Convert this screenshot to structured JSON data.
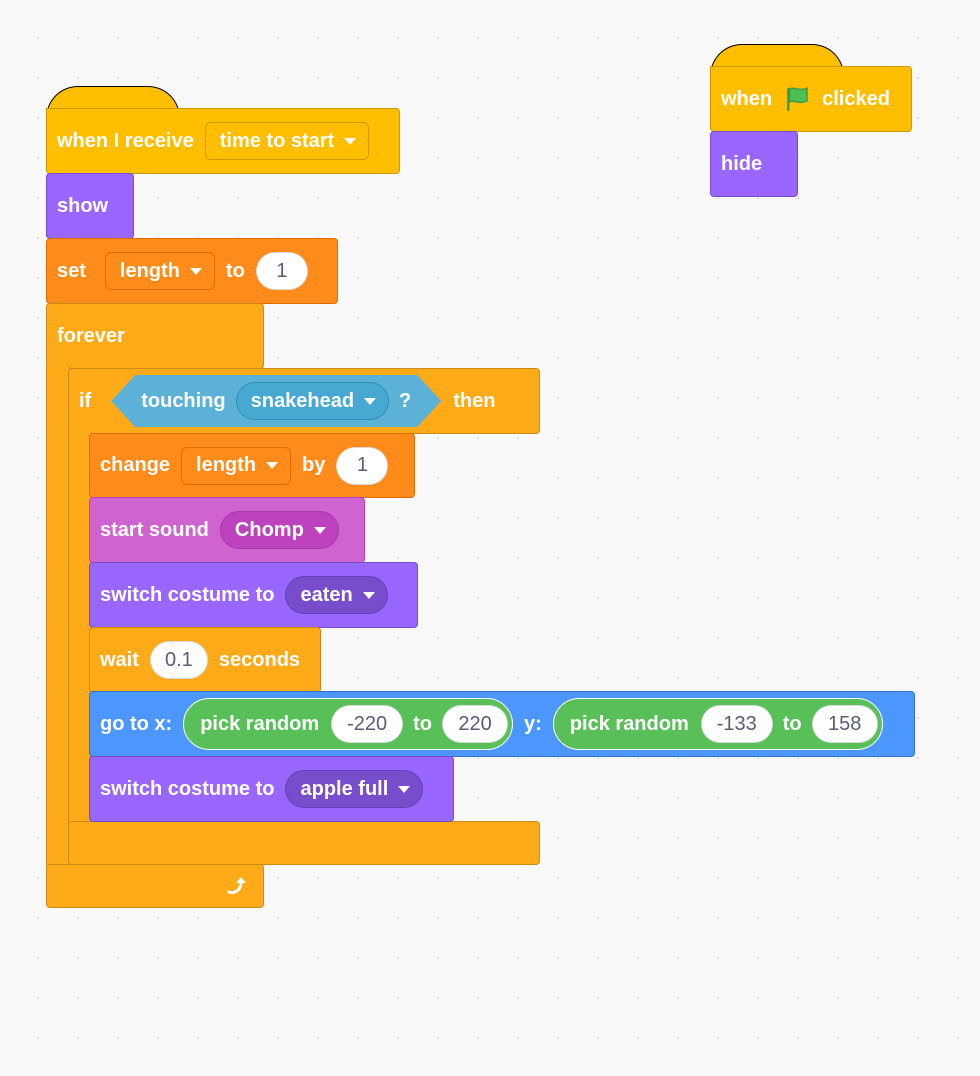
{
  "colors": {
    "events": "#ffbf00",
    "looks": "#9966ff",
    "variables": "#ff8c1a",
    "control": "#ffab19",
    "sound": "#cf63cf",
    "motion": "#4c97ff",
    "sensing": "#5cb1d6",
    "operators": "#59c059"
  },
  "script_receive": {
    "hat": {
      "label": "when I receive",
      "message": "time to start"
    },
    "show": "show",
    "set": {
      "label": "set",
      "variable": "length",
      "to_label": "to",
      "value": "1"
    },
    "forever": {
      "label": "forever",
      "repeat_icon": "loop-arrow-icon"
    },
    "if": {
      "label": "if",
      "then_label": "then",
      "condition": {
        "label": "touching",
        "target": "snakehead",
        "question": "?"
      }
    },
    "change": {
      "label": "change",
      "variable": "length",
      "by_label": "by",
      "value": "1"
    },
    "start_sound": {
      "label": "start sound",
      "sound": "Chomp"
    },
    "switch_costume_1": {
      "label": "switch costume to",
      "costume": "eaten"
    },
    "wait": {
      "label": "wait",
      "value": "0.1",
      "unit": "seconds"
    },
    "goto": {
      "label": "go to x:",
      "y_label": "y:",
      "x_random": {
        "label": "pick random",
        "from": "-220",
        "to_label": "to",
        "to": "220"
      },
      "y_random": {
        "label": "pick random",
        "from": "-133",
        "to_label": "to",
        "to": "158"
      }
    },
    "switch_costume_2": {
      "label": "switch costume to",
      "costume": "apple full"
    }
  },
  "script_flag": {
    "hat": {
      "when": "when",
      "flag_icon": "green-flag-icon",
      "clicked": "clicked"
    },
    "hide": "hide"
  }
}
